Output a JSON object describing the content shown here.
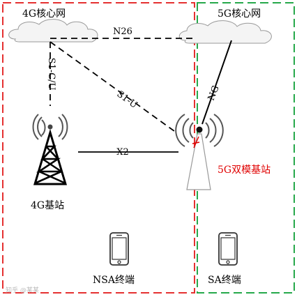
{
  "labels": {
    "core_4g": "4G核心网",
    "core_5g": "5G核心网",
    "n26": "N26",
    "s1cu": "S1-C/U",
    "s1u": "S1-U",
    "ng": "NG",
    "x2": "X2",
    "bs_4g": "4G基站",
    "bs_5g": "5G双模基站",
    "nsa_terminal": "NSA终端",
    "sa_terminal": "SA终端"
  },
  "watermark": "知乎 @某某",
  "colors": {
    "nsa_border": "#e53030",
    "sa_border": "#25a84a",
    "dual_mode_label": "#e00000"
  }
}
